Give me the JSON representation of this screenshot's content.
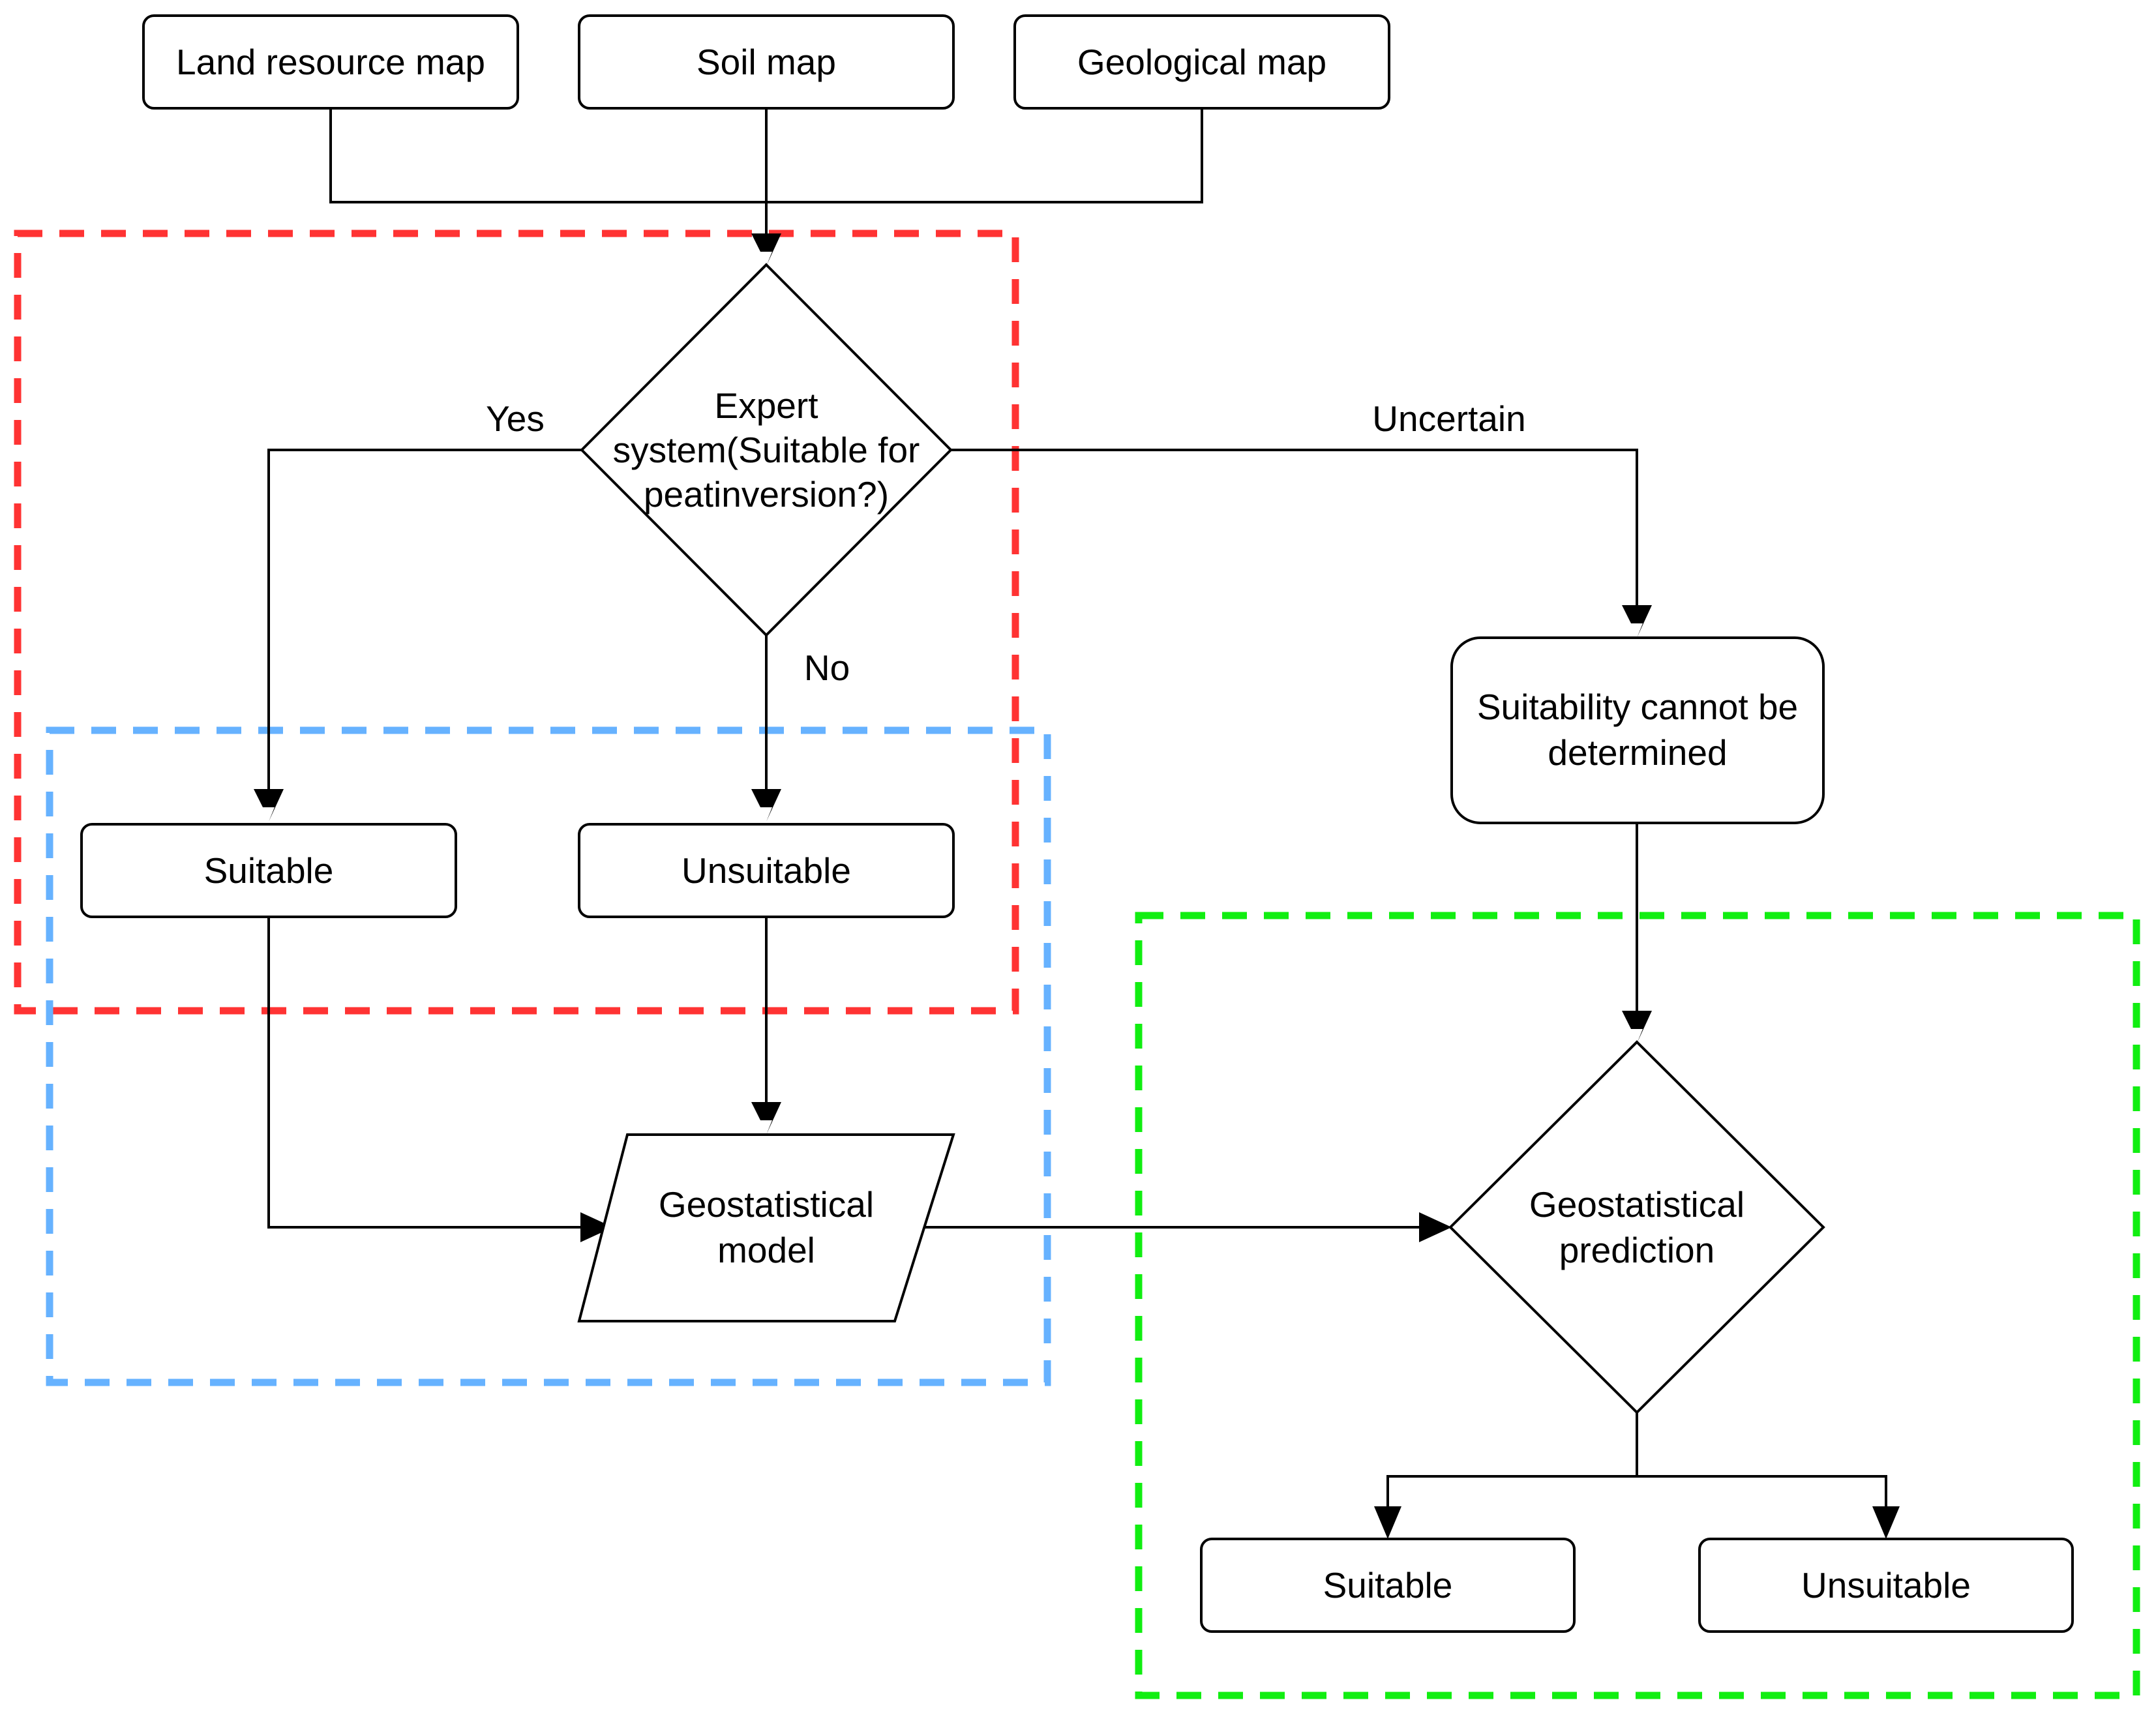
{
  "nodes": {
    "land_resource_map": "Land resource map",
    "soil_map": "Soil map",
    "geological_map": "Geological map",
    "expert_system": [
      "Expert",
      "system(Suitable for",
      "peatinversion?)"
    ],
    "suitable_1": "Suitable",
    "unsuitable_1": "Unsuitable",
    "cannot_determine": [
      "Suitability cannot be",
      "determined"
    ],
    "geostatistical_model": [
      "Geostatistical",
      "model"
    ],
    "geostatistical_prediction": [
      "Geostatistical",
      "prediction"
    ],
    "suitable_2": "Suitable",
    "unsuitable_2": "Unsuitable"
  },
  "edge_labels": {
    "yes": "Yes",
    "no": "No",
    "uncertain": "Uncertain"
  },
  "colors": {
    "expert_zone": "#ff3333",
    "model_zone": "#66b2ff",
    "prediction_zone": "#11ee11",
    "line": "#000000"
  }
}
